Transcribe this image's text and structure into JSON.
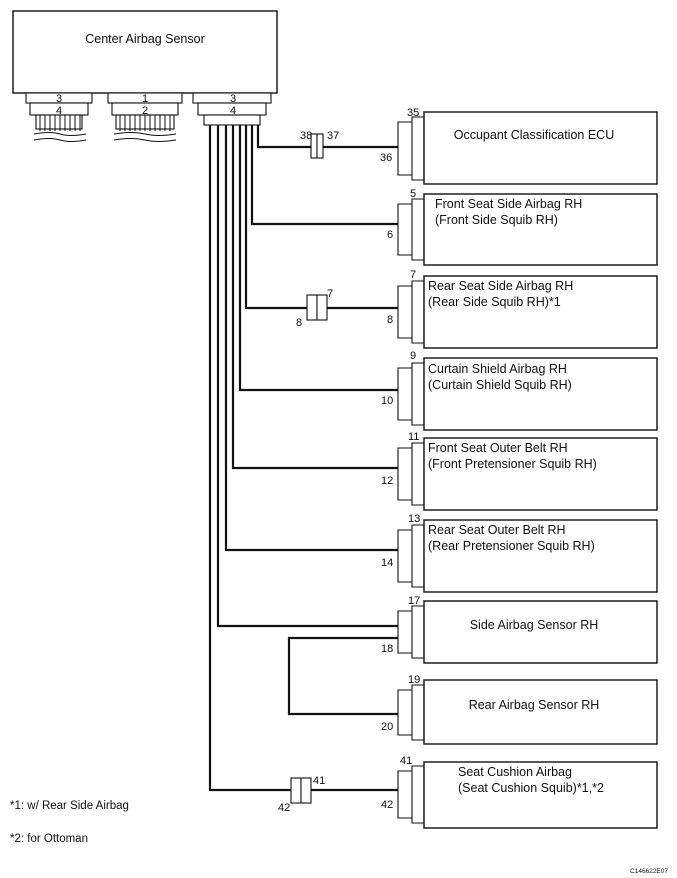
{
  "center_sensor": {
    "title": "Center Airbag Sensor",
    "connectors": [
      {
        "top": "3",
        "bottom": "4"
      },
      {
        "top": "1",
        "bottom": "2"
      },
      {
        "top": "3",
        "bottom": "4"
      }
    ]
  },
  "components": [
    {
      "line1": "Occupant Classification ECU",
      "line2": "",
      "pin_top": "35",
      "pin_bottom": "36"
    },
    {
      "line1": "Front Seat Side Airbag RH",
      "line2": "(Front Side Squib RH)",
      "pin_top": "5",
      "pin_bottom": "6"
    },
    {
      "line1": "Rear Seat Side Airbag RH",
      "line2": "(Rear Side Squib RH)*1",
      "pin_top": "7",
      "pin_bottom": "8"
    },
    {
      "line1": "Curtain Shield Airbag RH",
      "line2": "(Curtain Shield Squib RH)",
      "pin_top": "9",
      "pin_bottom": "10"
    },
    {
      "line1": "Front Seat Outer Belt RH",
      "line2": "(Front Pretensioner Squib RH)",
      "pin_top": "11",
      "pin_bottom": "12"
    },
    {
      "line1": "Rear Seat Outer Belt RH",
      "line2": "(Rear Pretensioner Squib RH)",
      "pin_top": "13",
      "pin_bottom": "14"
    },
    {
      "line1": "Side Airbag Sensor RH",
      "line2": "",
      "pin_top": "17",
      "pin_bottom": "18"
    },
    {
      "line1": "Rear Airbag Sensor RH",
      "line2": "",
      "pin_top": "19",
      "pin_bottom": "20"
    },
    {
      "line1": "Seat Cushion Airbag",
      "line2": "(Seat Cushion Squib)*1,*2",
      "pin_top": "41",
      "pin_bottom": "42"
    }
  ],
  "junctions": [
    {
      "left": "38",
      "right": "37"
    },
    {
      "left": "8",
      "right": "7"
    },
    {
      "left": "42",
      "right": "41"
    }
  ],
  "notes": [
    "*1: w/ Rear Side Airbag",
    "*2: for Ottoman"
  ],
  "figure_code": "C146622E07"
}
